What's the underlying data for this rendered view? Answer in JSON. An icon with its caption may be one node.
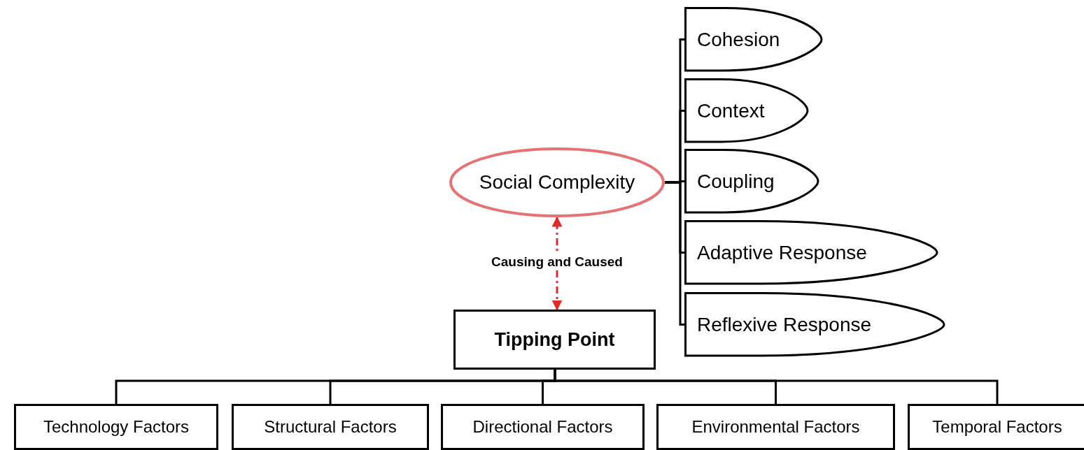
{
  "diagram": {
    "nodes": [
      {
        "text": [
          "Social Complexity"
        ]
      },
      {
        "text": [
          "Cohesion"
        ]
      },
      {
        "text": [
          "Context"
        ]
      },
      {
        "text": [
          "Coupling"
        ]
      },
      {
        "text": [
          "Adaptive Response"
        ]
      },
      {
        "text": [
          "Reflexive Response"
        ]
      },
      {
        "text": [
          "Tipping Point"
        ]
      },
      {
        "text": [
          "Technology Factors"
        ]
      },
      {
        "text": [
          "Structural Factors"
        ]
      },
      {
        "text": [
          "Directional Factors"
        ]
      },
      {
        "text": [
          "Environmental Factors"
        ]
      },
      {
        "text": [
          "Temporal Factors"
        ]
      }
    ],
    "edges": [
      {
        "from": 0,
        "to": 1,
        "arrow": "none"
      },
      {
        "from": 0,
        "to": 2,
        "arrow": "none"
      },
      {
        "from": 0,
        "to": 3,
        "arrow": "none"
      },
      {
        "from": 0,
        "to": 4,
        "arrow": "none"
      },
      {
        "from": 0,
        "to": 5,
        "arrow": "none"
      },
      {
        "from": 6,
        "to": 0,
        "arrow": "both",
        "label": "Causing and Caused",
        "style": "dashed",
        "color": "#e02b2b"
      },
      {
        "from": 6,
        "to": 7,
        "arrow": "none"
      },
      {
        "from": 6,
        "to": 8,
        "arrow": "none"
      },
      {
        "from": 6,
        "to": 9,
        "arrow": "none"
      },
      {
        "from": 6,
        "to": 10,
        "arrow": "none"
      },
      {
        "from": 6,
        "to": 11,
        "arrow": "none"
      }
    ]
  }
}
